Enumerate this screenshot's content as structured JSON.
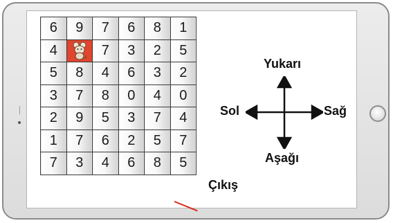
{
  "grid": {
    "rows": [
      [
        "6",
        "9",
        "7",
        "6",
        "8",
        "1"
      ],
      [
        "4",
        "",
        "7",
        "3",
        "2",
        "5"
      ],
      [
        "5",
        "8",
        "4",
        "6",
        "3",
        "2"
      ],
      [
        "3",
        "7",
        "8",
        "0",
        "4",
        "0"
      ],
      [
        "2",
        "9",
        "5",
        "3",
        "7",
        "4"
      ],
      [
        "1",
        "7",
        "6",
        "2",
        "5",
        "7"
      ],
      [
        "7",
        "3",
        "4",
        "6",
        "8",
        "5"
      ]
    ],
    "mouse_cell": {
      "row": 1,
      "col": 1,
      "color": "#e0452e",
      "icon": "mouse-icon"
    }
  },
  "exit": {
    "label": "Çıkış",
    "marker_color": "#d9291c"
  },
  "directions": {
    "up": "Yukarı",
    "down": "Aşağı",
    "left": "Sol",
    "right": "Sağ"
  },
  "icons": {
    "home_button": "home-button-icon",
    "compass": "compass-arrows-icon"
  }
}
